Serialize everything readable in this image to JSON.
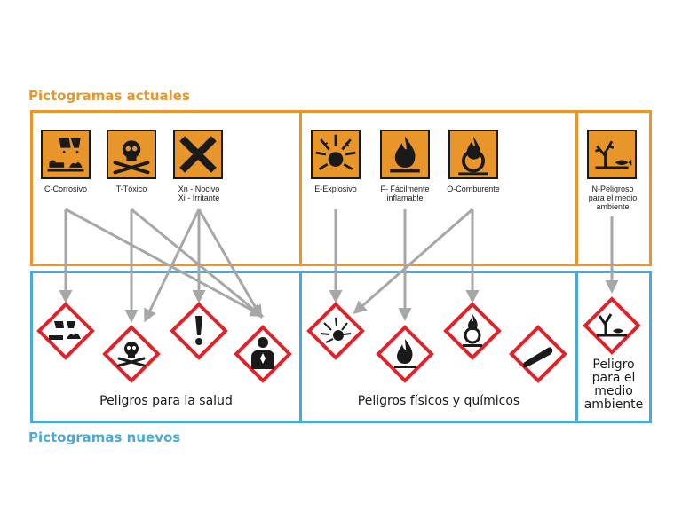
{
  "headings": {
    "current": "Pictogramas actuales",
    "new": "Pictogramas nuevos"
  },
  "old_pictograms": [
    {
      "id": "corrosive",
      "label": "C-Corrosivo",
      "icon": "corrosion-icon"
    },
    {
      "id": "toxic",
      "label": "T-Tóxico",
      "icon": "skull-crossbones-icon"
    },
    {
      "id": "harmful",
      "label": "Xn - Nocivo\nXi - Irritante",
      "icon": "saint-andrew-cross-icon"
    },
    {
      "id": "explosive",
      "label": "E-Explosivo",
      "icon": "exploding-bomb-icon"
    },
    {
      "id": "flammable",
      "label": "F- Fácilmente\ninflamable",
      "icon": "flame-icon"
    },
    {
      "id": "oxidizing",
      "label": "O-Comburente",
      "icon": "flame-over-circle-icon"
    },
    {
      "id": "environment",
      "label": "N-Peligroso\npara el medio\nambiente",
      "icon": "dead-tree-fish-icon"
    }
  ],
  "new_pictograms": [
    {
      "id": "ghs-corrosion",
      "icon": "corrosion-icon"
    },
    {
      "id": "ghs-toxic",
      "icon": "skull-crossbones-icon"
    },
    {
      "id": "ghs-exclamation",
      "icon": "exclamation-mark-icon"
    },
    {
      "id": "ghs-health-hazard",
      "icon": "health-hazard-icon"
    },
    {
      "id": "ghs-explosive",
      "icon": "exploding-bomb-icon"
    },
    {
      "id": "ghs-flammable",
      "icon": "flame-icon"
    },
    {
      "id": "ghs-oxidizing",
      "icon": "flame-over-circle-icon"
    },
    {
      "id": "ghs-gas-cylinder",
      "icon": "gas-cylinder-icon"
    },
    {
      "id": "ghs-environment",
      "icon": "dead-tree-fish-icon"
    }
  ],
  "groups": {
    "health": "Peligros para la salud",
    "physical": "Peligros físicos y químicos",
    "environment": "Peligro\npara el\nmedio\nambiente"
  },
  "mappings": [
    {
      "from": "corrosive",
      "to": "ghs-corrosion"
    },
    {
      "from": "corrosive",
      "to": "ghs-health-hazard"
    },
    {
      "from": "toxic",
      "to": "ghs-toxic"
    },
    {
      "from": "toxic",
      "to": "ghs-health-hazard"
    },
    {
      "from": "harmful",
      "to": "ghs-toxic"
    },
    {
      "from": "harmful",
      "to": "ghs-exclamation"
    },
    {
      "from": "harmful",
      "to": "ghs-health-hazard"
    },
    {
      "from": "explosive",
      "to": "ghs-explosive"
    },
    {
      "from": "flammable",
      "to": "ghs-flammable"
    },
    {
      "from": "oxidizing",
      "to": "ghs-explosive"
    },
    {
      "from": "oxidizing",
      "to": "ghs-oxidizing"
    },
    {
      "from": "environment",
      "to": "ghs-environment"
    }
  ],
  "colors": {
    "orange": "#e8962a",
    "blue": "#4aa9d6",
    "ghs_red": "#e0232a",
    "arrow": "#a7a7a7",
    "symbol": "#1a1a1a"
  }
}
